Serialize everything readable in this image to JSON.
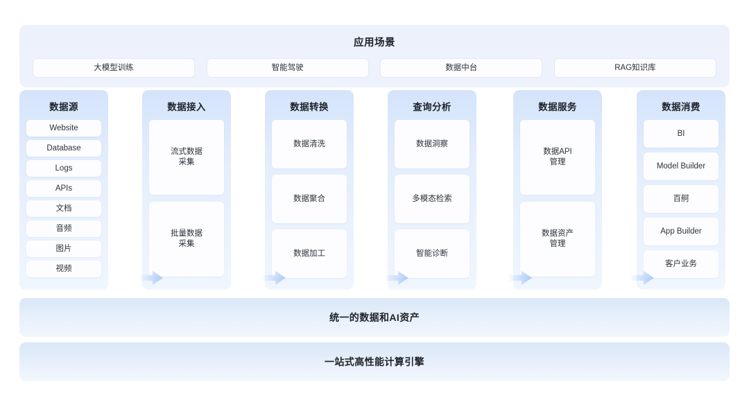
{
  "banner": {
    "title": "应用场景",
    "chips": [
      {
        "label": "大模型训练"
      },
      {
        "label": "智能驾驶"
      },
      {
        "label": "数据中台"
      },
      {
        "label": "RAG知识库"
      }
    ]
  },
  "pipeline": {
    "columns": [
      {
        "title": "数据源",
        "items": [
          {
            "label": "Website"
          },
          {
            "label": "Database"
          },
          {
            "label": "Logs"
          },
          {
            "label": "APIs"
          },
          {
            "label": "文档"
          },
          {
            "label": "音频"
          },
          {
            "label": "图片"
          },
          {
            "label": "视频"
          }
        ]
      },
      {
        "title": "数据接入",
        "items": [
          {
            "label": "流式数据\n采集"
          },
          {
            "label": "批量数据\n采集"
          }
        ]
      },
      {
        "title": "数据转换",
        "items": [
          {
            "label": "数据清洗"
          },
          {
            "label": "数据聚合"
          },
          {
            "label": "数据加工"
          }
        ]
      },
      {
        "title": "查询分析",
        "items": [
          {
            "label": "数据洞察"
          },
          {
            "label": "多模态检索"
          },
          {
            "label": "智能诊断"
          }
        ]
      },
      {
        "title": "数据服务",
        "items": [
          {
            "label": "数据API\n管理"
          },
          {
            "label": "数据资产\n管理"
          }
        ]
      },
      {
        "title": "数据消费",
        "items": [
          {
            "label": "BI"
          },
          {
            "label": "Model Builder"
          },
          {
            "label": "百舸"
          },
          {
            "label": "App Builder"
          },
          {
            "label": "客户业务"
          }
        ]
      }
    ],
    "arrows": [
      {
        "name": "arrow-right-icon"
      },
      {
        "name": "arrow-right-icon"
      },
      {
        "name": "arrow-right-icon"
      },
      {
        "name": "arrow-right-icon"
      },
      {
        "name": "arrow-right-icon"
      }
    ]
  },
  "foundation": {
    "bars": [
      {
        "label": "统一的数据和AI资产"
      },
      {
        "label": "一站式高性能计算引擎"
      }
    ]
  },
  "colors": {
    "banner_bg": "#edf1fb",
    "column_top": "#d4e4fb",
    "column_bottom": "#f0f6fe",
    "card_bg": "#fdfdff",
    "text": "#1f2329",
    "arrow": "#aecbf6",
    "bar_top": "#dae7f7",
    "bar_bottom": "#f2f7fd"
  }
}
